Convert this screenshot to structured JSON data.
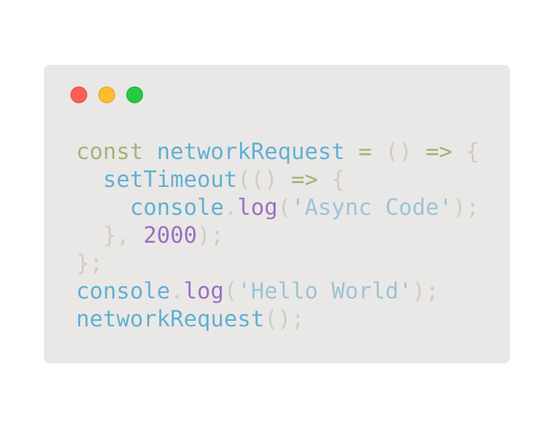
{
  "window": {
    "controls": [
      {
        "name": "close",
        "color": "#fd5e57"
      },
      {
        "name": "minimize",
        "color": "#fdbc2e"
      },
      {
        "name": "maximize",
        "color": "#28c840"
      }
    ]
  },
  "code": {
    "lines": [
      [
        {
          "t": "const",
          "c": "kw"
        },
        {
          "t": " ",
          "c": "pn"
        },
        {
          "t": "networkRequest",
          "c": "fn"
        },
        {
          "t": " ",
          "c": "pn"
        },
        {
          "t": "=",
          "c": "op"
        },
        {
          "t": " () ",
          "c": "pn"
        },
        {
          "t": "=>",
          "c": "op"
        },
        {
          "t": " {",
          "c": "pn"
        }
      ],
      [
        {
          "t": "  ",
          "c": "pn"
        },
        {
          "t": "setTimeout",
          "c": "fn"
        },
        {
          "t": "(() ",
          "c": "pn"
        },
        {
          "t": "=>",
          "c": "op"
        },
        {
          "t": " {",
          "c": "pn"
        }
      ],
      [
        {
          "t": "    ",
          "c": "pn"
        },
        {
          "t": "console",
          "c": "fn"
        },
        {
          "t": ".",
          "c": "pn"
        },
        {
          "t": "log",
          "c": "mt"
        },
        {
          "t": "(",
          "c": "pn"
        },
        {
          "t": "'Async Code'",
          "c": "st"
        },
        {
          "t": ");",
          "c": "pn"
        }
      ],
      [
        {
          "t": "  }, ",
          "c": "pn"
        },
        {
          "t": "2000",
          "c": "mt"
        },
        {
          "t": ");",
          "c": "pn"
        }
      ],
      [
        {
          "t": "};",
          "c": "pn"
        }
      ],
      [
        {
          "t": "console",
          "c": "fn"
        },
        {
          "t": ".",
          "c": "pn"
        },
        {
          "t": "log",
          "c": "mt"
        },
        {
          "t": "(",
          "c": "pn"
        },
        {
          "t": "'Hello World'",
          "c": "st"
        },
        {
          "t": ");",
          "c": "pn"
        }
      ],
      [
        {
          "t": "networkRequest",
          "c": "fn"
        },
        {
          "t": "();",
          "c": "pn"
        }
      ]
    ]
  }
}
